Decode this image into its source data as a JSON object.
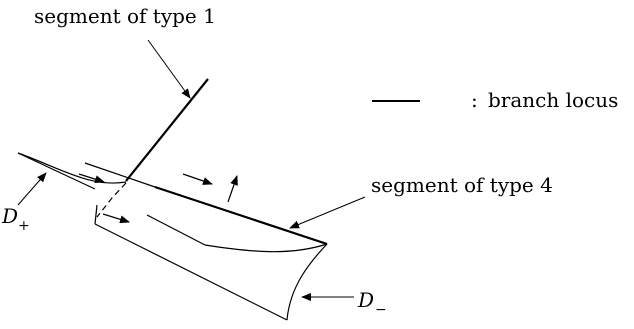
{
  "labels": {
    "type1": "segment of type 1",
    "type4": "segment of type 4",
    "legend_sep": ":",
    "legend_text": "branch locus",
    "d_plus_main": "D",
    "d_plus_sub": "+",
    "d_minus_main": "D",
    "d_minus_sub": "−"
  }
}
